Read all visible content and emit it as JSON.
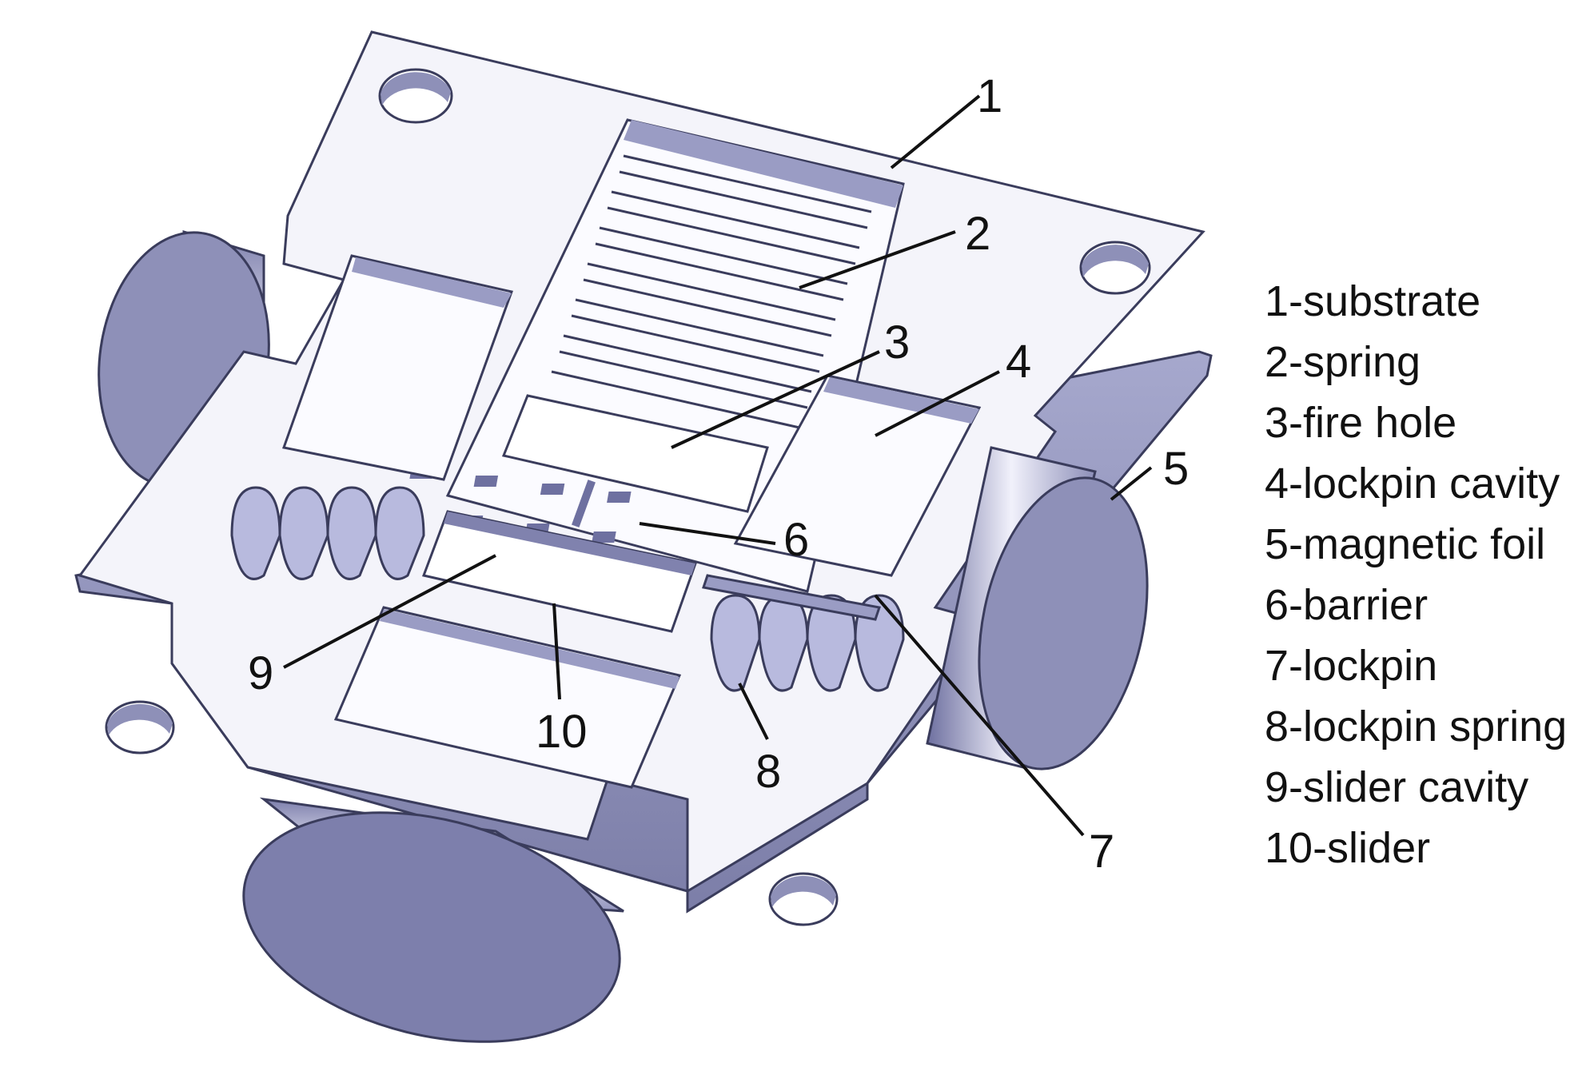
{
  "callouts": [
    {
      "id": "1",
      "text": "1"
    },
    {
      "id": "2",
      "text": "2"
    },
    {
      "id": "3",
      "text": "3"
    },
    {
      "id": "4",
      "text": "4"
    },
    {
      "id": "5",
      "text": "5"
    },
    {
      "id": "6",
      "text": "6"
    },
    {
      "id": "7",
      "text": "7"
    },
    {
      "id": "8",
      "text": "8"
    },
    {
      "id": "9",
      "text": "9"
    },
    {
      "id": "10",
      "text": "10"
    }
  ],
  "legend": [
    "1-substrate",
    "2-spring",
    "3-fire hole",
    "4-lockpin cavity",
    "5-magnetic foil",
    "6-barrier",
    "7-lockpin",
    "8-lockpin spring",
    "9-slider cavity",
    "10-slider"
  ],
  "colors": {
    "substrate_top": "#f4f4fa",
    "substrate_side": "#9a9cc4",
    "cavity_floor": "#fbfbff",
    "magnet_face": "#8e90b8",
    "magnet_side": "#c9cbe6",
    "edge": "#3a3c5c",
    "text": "#111111"
  }
}
